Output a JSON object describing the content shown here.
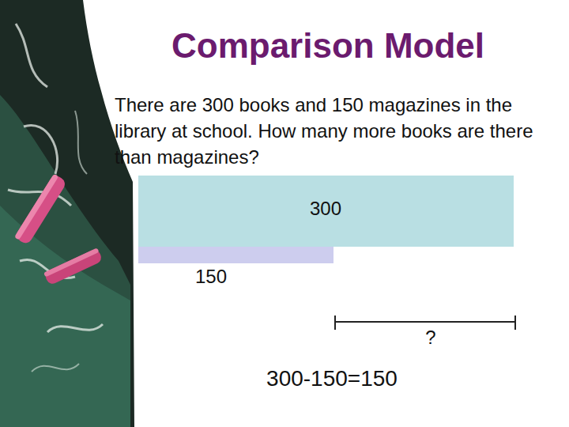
{
  "diagram": {
    "title": "Comparison Model",
    "nodes": [
      {
        "text": [
          "300"
        ]
      },
      {
        "text": [
          "150"
        ]
      }
    ],
    "labels": [
      "There are 300 books and 150 magazines in the library at school. How many more books are there than magazines?",
      "?",
      "300-150=150"
    ]
  }
}
